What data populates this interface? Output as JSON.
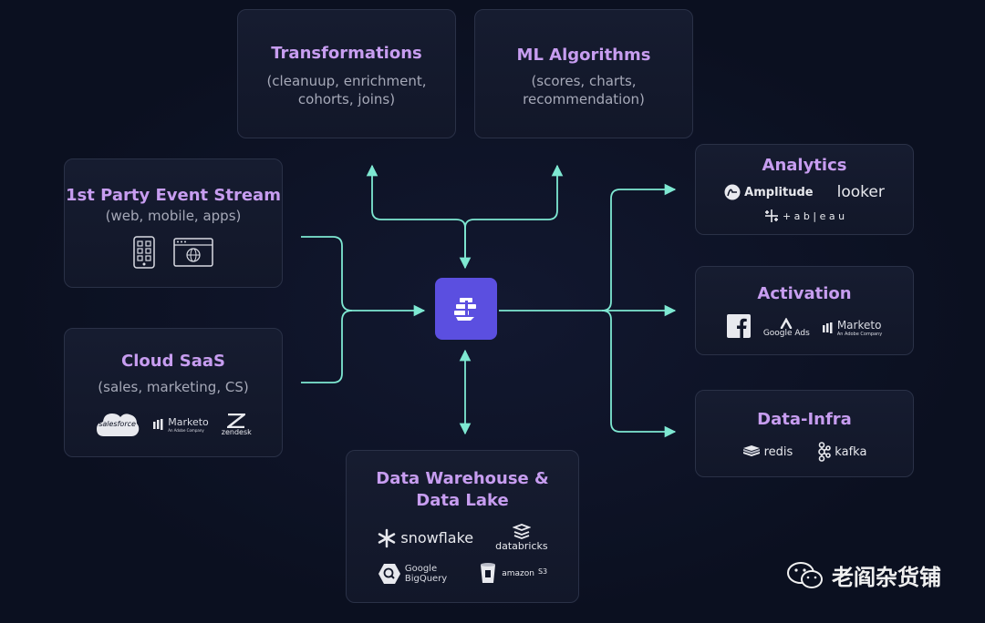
{
  "boxes": {
    "transformations": {
      "title": "Transformations",
      "sub1": "(cleanuup, enrichment,",
      "sub2": "cohorts, joins)"
    },
    "ml": {
      "title": "ML Algorithms",
      "sub1": "(scores, charts,",
      "sub2": "recommendation)"
    },
    "first_party": {
      "title": "1st Party Event Stream",
      "sub": "(web, mobile, apps)"
    },
    "cloud_saas": {
      "title": "Cloud SaaS",
      "sub": "(sales, marketing, CS)",
      "logos": {
        "salesforce": "salesforce",
        "marketo": "Marketo",
        "marketo_tag": "An Adobe Company",
        "zendesk": "zendesk"
      }
    },
    "warehouse": {
      "title1": "Data Warehouse &",
      "title2": "Data Lake",
      "logos": {
        "snowflake": "snowflake",
        "databricks": "databricks",
        "bigquery1": "Google",
        "bigquery2": "BigQuery",
        "s3": "amazon",
        "s3_tag": "S3"
      }
    },
    "analytics": {
      "title": "Analytics",
      "logos": {
        "amplitude": "Amplitude",
        "looker": "looker",
        "tableau": "+ a b | e a u"
      }
    },
    "activation": {
      "title": "Activation",
      "logos": {
        "google_ads": "Google Ads",
        "marketo": "Marketo",
        "marketo_tag": "An Adobe Company"
      }
    },
    "data_infra": {
      "title": "Data-Infra",
      "logos": {
        "redis": "redis",
        "kafka": "kafka"
      }
    }
  },
  "watermark": {
    "text": "老阎杂货铺"
  },
  "colors": {
    "connector": "#7ee8d2",
    "accent": "#c79df0",
    "hub": "#5b4fe0"
  }
}
